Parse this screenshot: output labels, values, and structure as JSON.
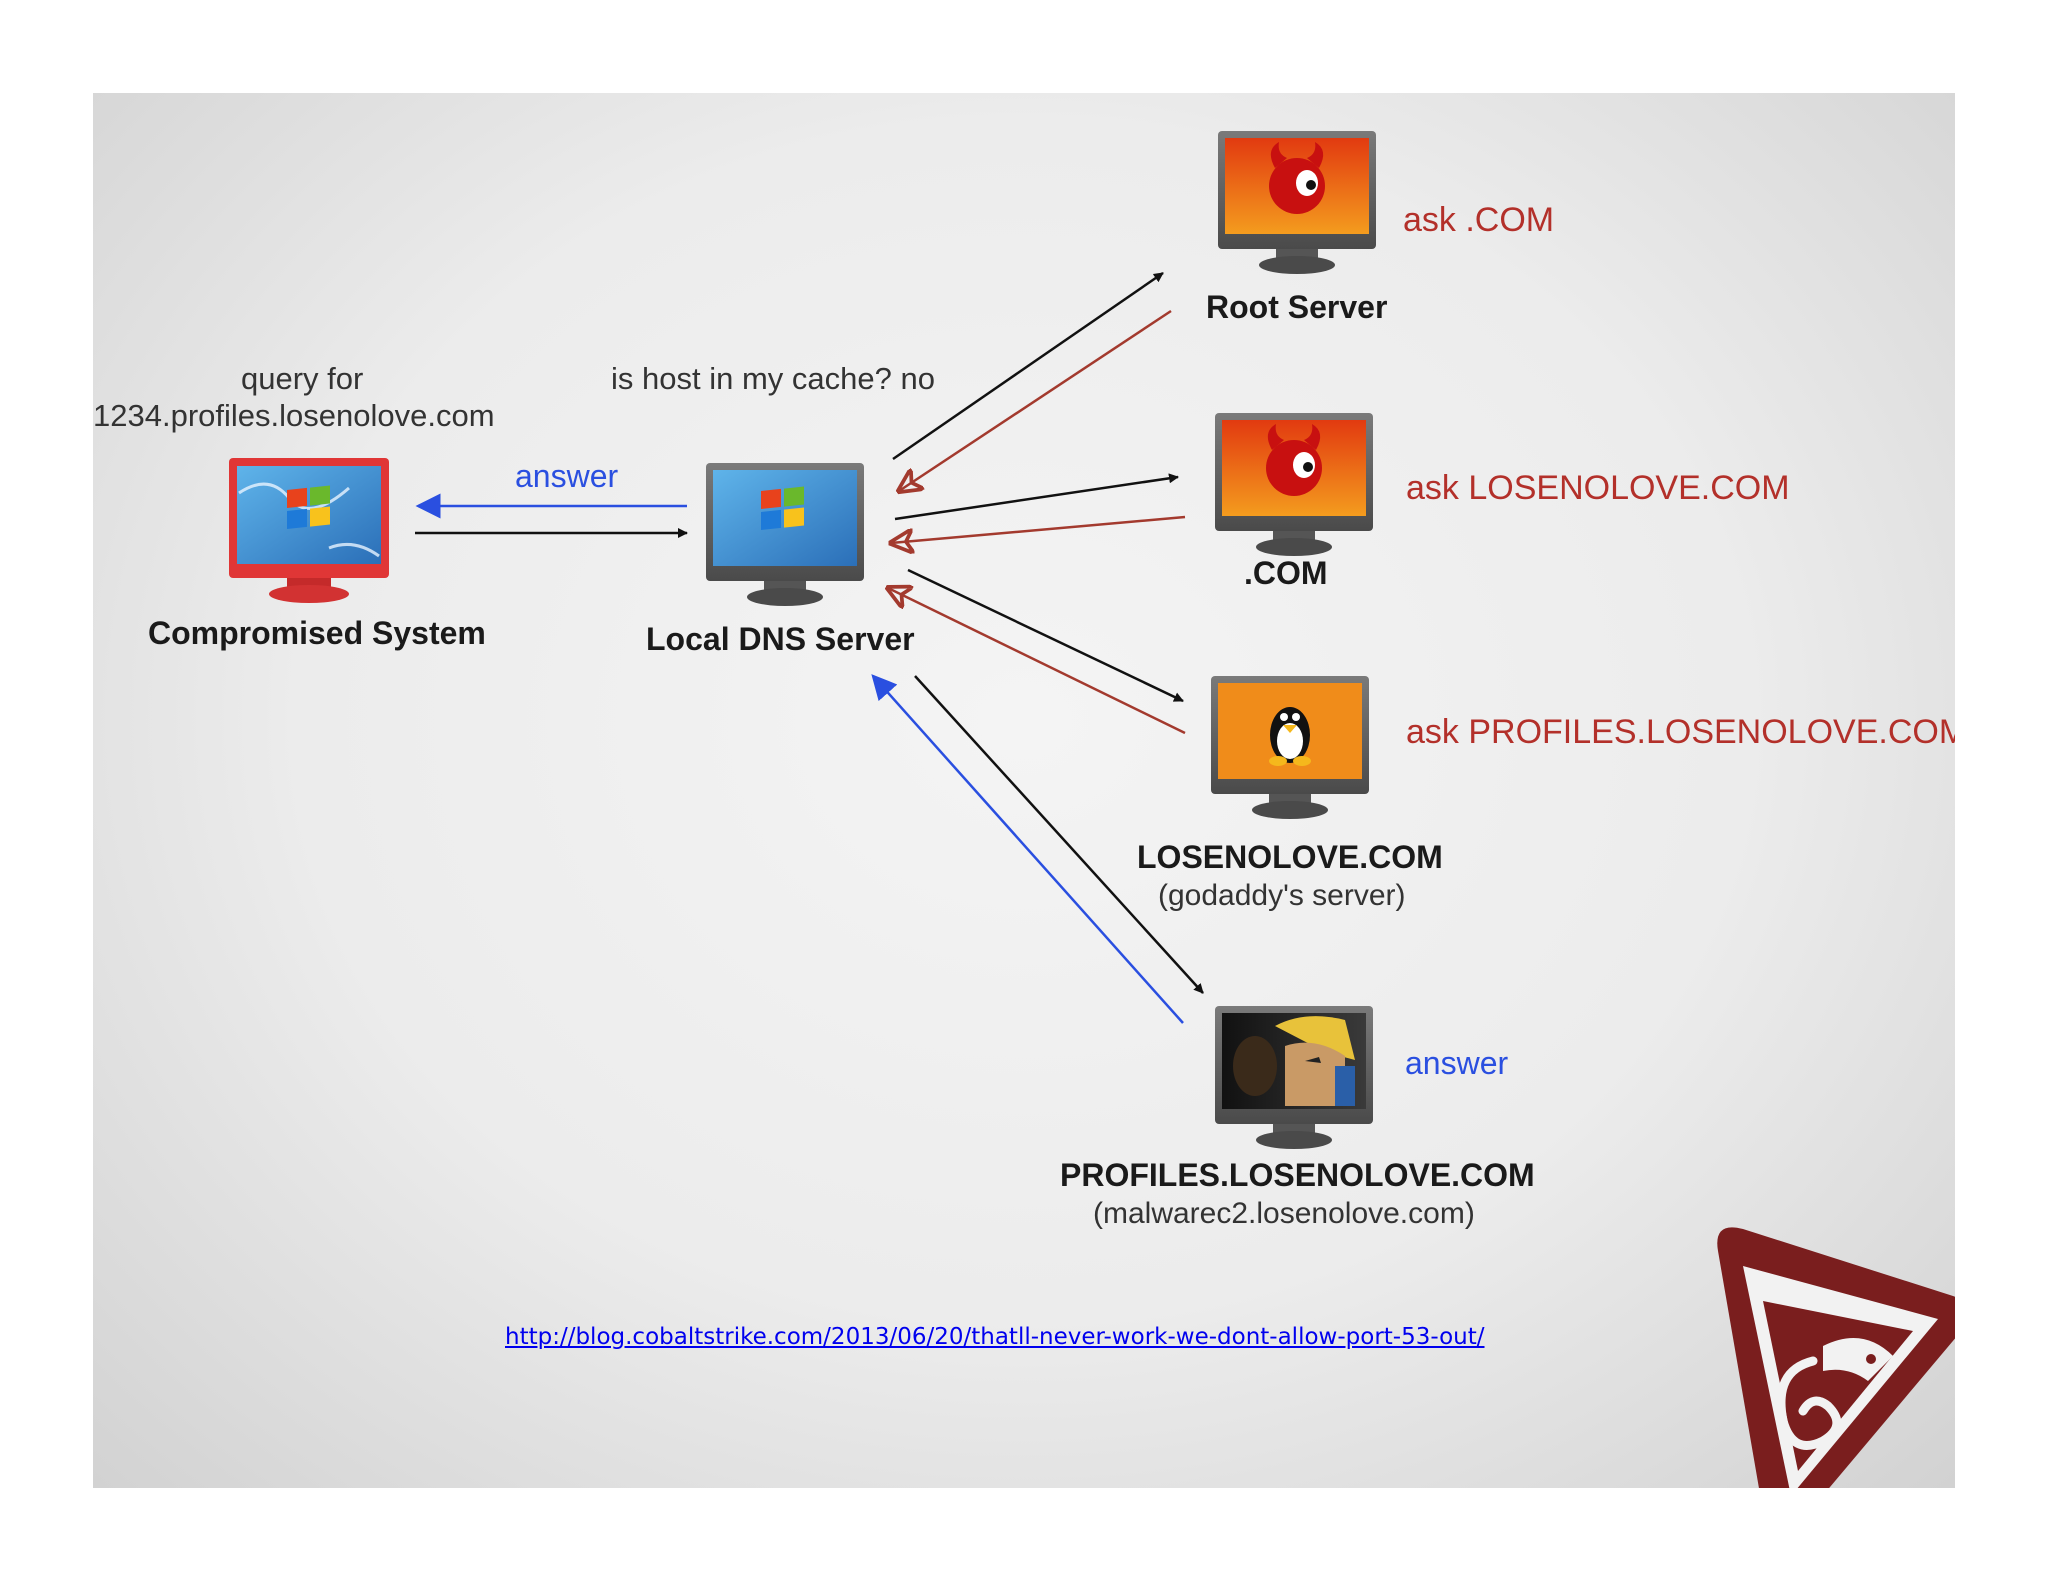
{
  "labels": {
    "query_line1": "query for",
    "query_line2": "1234.profiles.losenolove.com",
    "cache_check": "is host in my cache? no",
    "answer_left": "answer",
    "compromised": "Compromised System",
    "local_dns": "Local DNS Server",
    "root": "Root Server",
    "ask_com": "ask .COM",
    "com": ".COM",
    "ask_losenolove": "ask LOSENOLOVE.COM",
    "losenolove": "LOSENOLOVE.COM",
    "losenolove_sub": "(godaddy's server)",
    "ask_profiles": "ask PROFILES.LOSENOLOVE.COM",
    "profiles": "PROFILES.LOSENOLOVE.COM",
    "profiles_sub": "(malwarec2.losenolove.com)",
    "answer_right": "answer"
  },
  "link": "http://blog.cobaltstrike.com/2013/06/20/thatll-never-work-we-dont-allow-port-53-out/",
  "icons": {
    "compromised": "windows-monitor-icon",
    "local_dns": "windows-monitor-icon",
    "root": "freebsd-daemon-monitor-icon",
    "com": "freebsd-daemon-monitor-icon",
    "losenolove": "linux-tux-monitor-icon",
    "profiles": "anime-character-monitor-icon",
    "logo": "brand-triangle-logo-icon"
  },
  "colors": {
    "request_arrow": "#111111",
    "referral_arrow": "#a33a2e",
    "answer_arrow": "#2a4fe0",
    "logo": "#7a1e1e"
  }
}
